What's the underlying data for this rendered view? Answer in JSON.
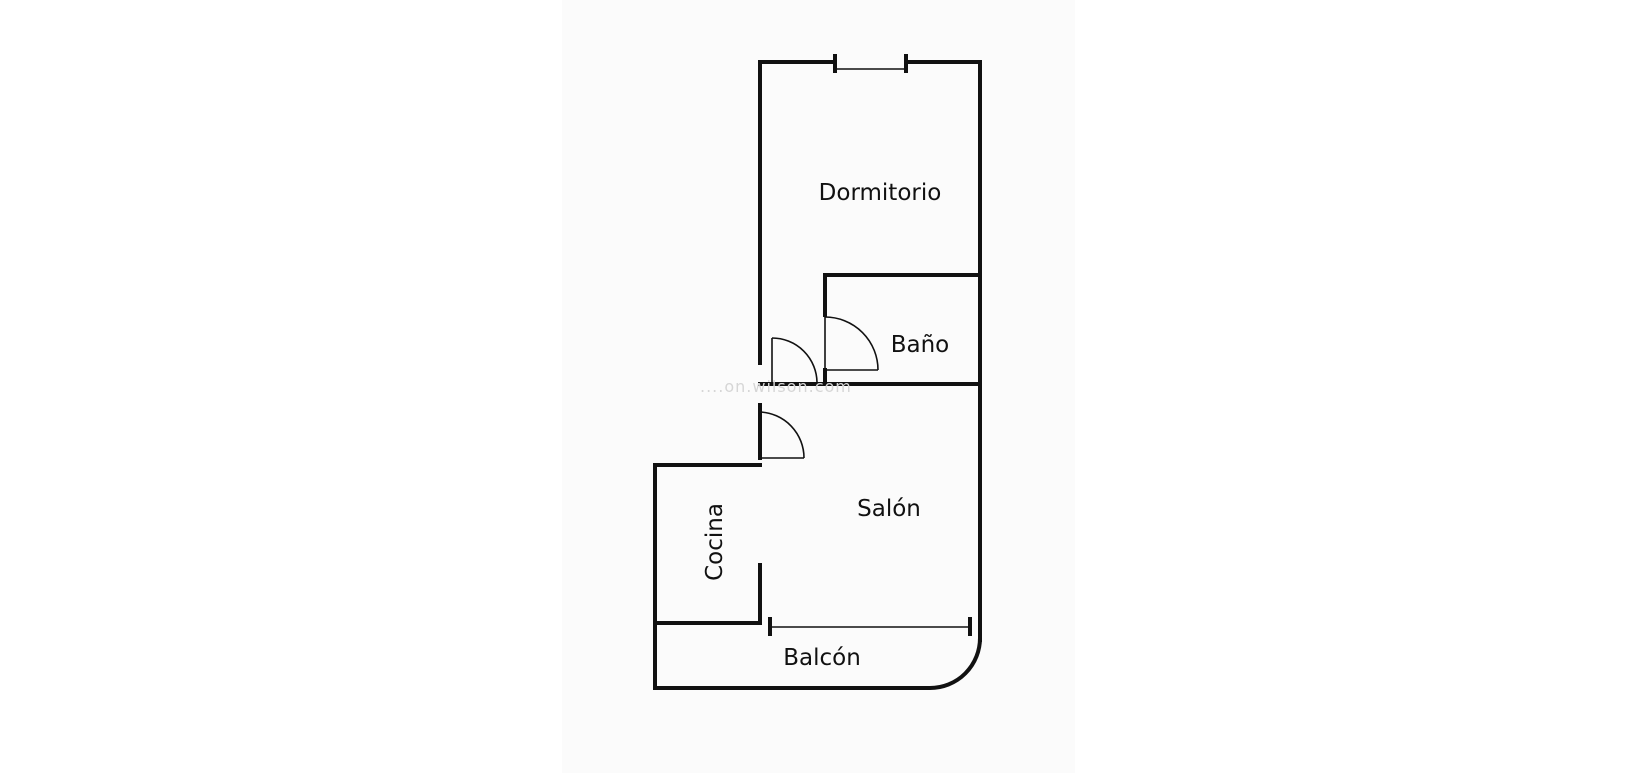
{
  "rooms": {
    "dormitorio": "Dormitorio",
    "bano": "Baño",
    "salon": "Salón",
    "cocina": "Cocina",
    "balcon": "Balcón"
  },
  "watermark": "....on.wilson.com",
  "colors": {
    "wall": "#111111",
    "background": "#ffffff",
    "panel": "#fbfbfb",
    "watermark": "#d6d6d6"
  }
}
